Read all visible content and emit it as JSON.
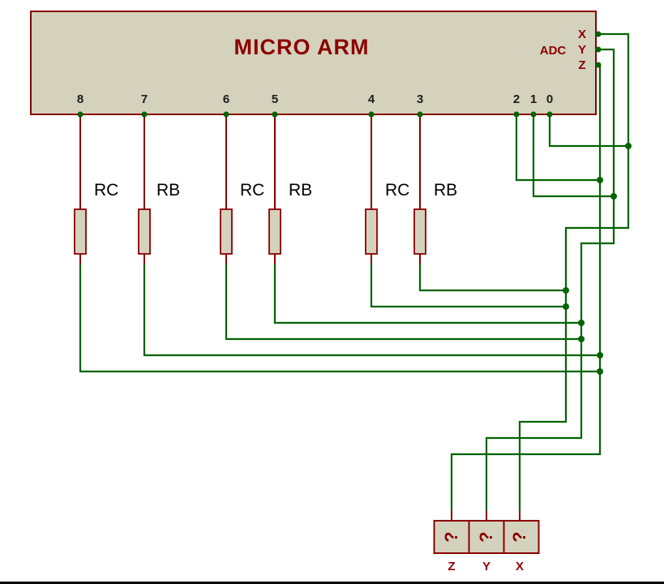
{
  "chip": {
    "title": "MICRO ARM",
    "adc": {
      "label": "ADC",
      "pins": [
        "X",
        "Y",
        "Z"
      ]
    },
    "bottom_pins": [
      "8",
      "7",
      "6",
      "5",
      "4",
      "3",
      "2",
      "1",
      "0"
    ]
  },
  "resistor_labels": [
    "RC",
    "RB",
    "RC",
    "RB",
    "RC",
    "RB"
  ],
  "connectors": [
    {
      "symbol": "?",
      "label": "Z"
    },
    {
      "symbol": "?",
      "label": "Y"
    },
    {
      "symbol": "?",
      "label": "X"
    }
  ],
  "colors": {
    "wire": "#006400",
    "component": "#8b0000",
    "body-fill": "#d4d2bc",
    "pin-number": "#1c1c1c",
    "resistor-label": "#000000",
    "background": "#ffffff"
  }
}
